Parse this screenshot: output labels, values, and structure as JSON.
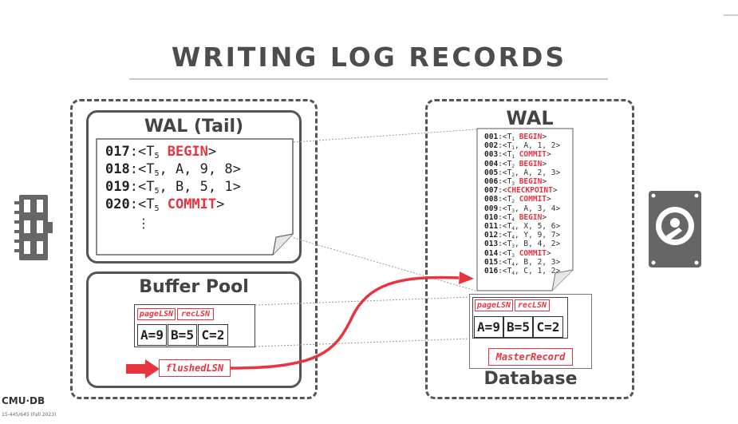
{
  "slide": {
    "title": "WRITING LOG RECORDS"
  },
  "memory": {
    "wal_tail": {
      "heading": "WAL (Tail)",
      "lines": [
        {
          "num": "017",
          "pre": ":<T",
          "sub": "5",
          "post": " ",
          "kw": "BEGIN",
          "end": ">"
        },
        {
          "num": "018",
          "pre": ":<T",
          "sub": "5",
          "post": ", A, 9, 8>",
          "kw": "",
          "end": ""
        },
        {
          "num": "019",
          "pre": ":<T",
          "sub": "5",
          "post": ", B, 5, 1>",
          "kw": "",
          "end": ""
        },
        {
          "num": "020",
          "pre": ":<T",
          "sub": "5",
          "post": " ",
          "kw": "COMMIT",
          "end": ">"
        }
      ],
      "ellipsis": "⋮"
    },
    "buffer_pool": {
      "heading": "Buffer Pool",
      "page_lsn_label": "pageLSN",
      "rec_lsn_label": "recLSN",
      "cells": [
        "A=9",
        "B=5",
        "C=2"
      ],
      "flushed_lsn_label": "flushedLSN"
    }
  },
  "disk": {
    "wal": {
      "heading": "WAL",
      "lines": [
        {
          "num": "001",
          "pre": ":<T",
          "sub": "1",
          "post": " ",
          "kw": "BEGIN",
          "end": ">"
        },
        {
          "num": "002",
          "pre": ":<T",
          "sub": "1",
          "post": ", A, 1, 2>",
          "kw": "",
          "end": ""
        },
        {
          "num": "003",
          "pre": ":<T",
          "sub": "1",
          "post": " ",
          "kw": "COMMIT",
          "end": ">"
        },
        {
          "num": "004",
          "pre": ":<T",
          "sub": "2",
          "post": " ",
          "kw": "BEGIN",
          "end": ">"
        },
        {
          "num": "005",
          "pre": ":<T",
          "sub": "2",
          "post": ", A, 2, 3>",
          "kw": "",
          "end": ""
        },
        {
          "num": "006",
          "pre": ":<T",
          "sub": "3",
          "post": " ",
          "kw": "BEGIN",
          "end": ">"
        },
        {
          "num": "007",
          "pre": ":<",
          "sub": "",
          "post": "",
          "kw": "CHECKPOINT",
          "end": ">"
        },
        {
          "num": "008",
          "pre": ":<T",
          "sub": "2",
          "post": " ",
          "kw": "COMMIT",
          "end": ">"
        },
        {
          "num": "009",
          "pre": ":<T",
          "sub": "3",
          "post": ", A, 3, 4>",
          "kw": "",
          "end": ""
        },
        {
          "num": "010",
          "pre": ":<T",
          "sub": "4",
          "post": " ",
          "kw": "BEGIN",
          "end": ">"
        },
        {
          "num": "011",
          "pre": ":<T",
          "sub": "4",
          "post": ", X, 5, 6>",
          "kw": "",
          "end": ""
        },
        {
          "num": "012",
          "pre": ":<T",
          "sub": "4",
          "post": ", Y, 9, 7>",
          "kw": "",
          "end": ""
        },
        {
          "num": "013",
          "pre": ":<T",
          "sub": "3",
          "post": ", B, 4, 2>",
          "kw": "",
          "end": ""
        },
        {
          "num": "014",
          "pre": ":<T",
          "sub": "3",
          "post": " ",
          "kw": "COMMIT",
          "end": ">"
        },
        {
          "num": "015",
          "pre": ":<T",
          "sub": "4",
          "post": ", B, 2, 3>",
          "kw": "",
          "end": ""
        },
        {
          "num": "016",
          "pre": ":<T",
          "sub": "4",
          "post": ", C, 1, 2>",
          "kw": "",
          "end": ""
        }
      ]
    },
    "database": {
      "heading": "Database",
      "page_lsn_label": "pageLSN",
      "rec_lsn_label": "recLSN",
      "cells": [
        "A=9",
        "B=5",
        "C=2"
      ],
      "master_record_label": "MasterRecord"
    }
  },
  "footer": {
    "logo": "CMU·DB",
    "course": "15-445/645 (Fall 2023)"
  },
  "colors": {
    "accent_red": "#e8343f",
    "text_dark": "#444444",
    "border": "#555555"
  },
  "icons": {
    "memory": "ram-chip-icon",
    "disk": "hard-disk-icon"
  }
}
